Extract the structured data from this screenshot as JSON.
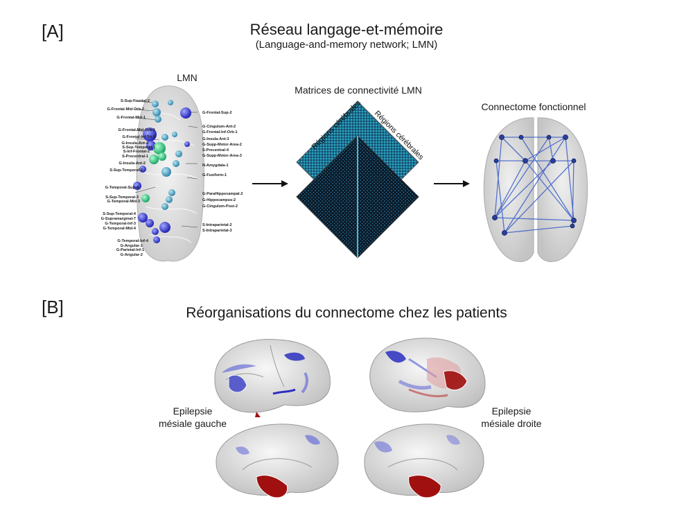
{
  "panel_a": {
    "label": "[A]",
    "title": "Réseau langage-et-mémoire",
    "subtitle": "(Language-and-memory network; LMN)",
    "lmn_caption": "LMN",
    "matrix_caption": "Matrices de connectivité LMN",
    "matrix_axis_left": "Régions cérébrales",
    "matrix_axis_right": "Régions cérébrales",
    "connectome_caption": "Connectome fonctionnel",
    "left_labels": [
      "S-Sup-Frontal-2",
      "G-Frontal-Mid-Orb-2",
      "G-Frontal-Mid-1",
      "G-Frontal-Mid-Orb-1",
      "G-Frontal-Inf-Tri-1",
      "G-Insula-Ant-4",
      "S-Sup-Temporal-1",
      "S-Inf-Frontal-2",
      "S-Precentral-1",
      "G-Insula-Ant-2",
      "S-Sup-Temporal-2",
      "G-Temporal-Sup-4",
      "S-Sup-Temporal-3",
      "G-Temporal-Mid-3",
      "S-Sup-Temporal-4",
      "G-Supramarginal-7",
      "G-Temporal-Inf-3",
      "G-Temporal-Mid-4",
      "G-Temporal-Inf-4",
      "G-Angular-1",
      "G-Parietal-Inf-1",
      "G-Angular-2"
    ],
    "right_labels": [
      "G-Frontal-Sup-2",
      "G-Cingulum-Ant-2",
      "G-Frontal-Inf-Orb-1",
      "G-Insula-Ant-3",
      "G-Supp-Motor-Area-2",
      "S-Precentral-4",
      "G-Supp-Motor-Area-3",
      "N-Amygdala-1",
      "G-Fusiform-1",
      "G-ParaHippocampal-2",
      "G-Hippocampus-2",
      "G-Cingulum-Post-2",
      "S-Intraparietal-2",
      "S-Intraparietal-3"
    ]
  },
  "panel_b": {
    "label": "[B]",
    "title": "Réorganisations du connectome chez les patients",
    "left_group": [
      "Epilepsie",
      "mésiale gauche"
    ],
    "right_group": [
      "Epilepsie",
      "mésiale droite"
    ]
  },
  "colors": {
    "blue_region": "#2a2fc0",
    "red_region": "#a01010",
    "network_edge": "#3a5fc8"
  }
}
